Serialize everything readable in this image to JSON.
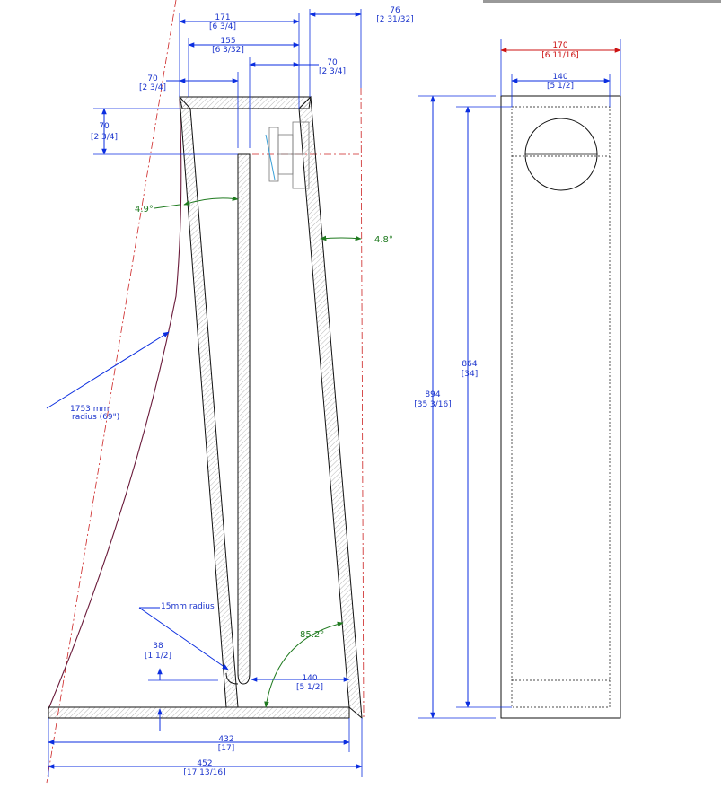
{
  "drawing": {
    "dims": {
      "d171": "171",
      "d171_in": "[6 3/4]",
      "d155": "155",
      "d155_in": "[6 3/32]",
      "d76": "76",
      "d76_in": "[2 31/32]",
      "d70a": "70",
      "d70a_in": "[2 3/4]",
      "d70b": "70",
      "d70b_in": "[2 3/4]",
      "d70c": "70",
      "d70c_in": "[2 3/4]",
      "d38": "38",
      "d38_in": "[1 1/2]",
      "d140b": "140",
      "d140b_in": "[5 1/2]",
      "d432": "432",
      "d432_in": "[17]",
      "d452": "452",
      "d452_in": "[17 13/16]",
      "d894": "894",
      "d894_in": "[35 3/16]",
      "d864": "864",
      "d864_in": "[34]",
      "d170": "170",
      "d170_in": "[6 11/16]",
      "d140f": "140",
      "d140f_in": "[5 1/2]"
    },
    "angles": {
      "a_left": "4.9°",
      "a_right": "4.8°",
      "a_base": "85.2°"
    },
    "notes": {
      "radius_large_1": "1753 mm",
      "radius_large_2": "radius (69\")",
      "radius_small": "15mm radius"
    },
    "colors": {
      "dimension": "#0b2ee0",
      "angle": "#1f7a1f",
      "overall_width": "#cc1111"
    }
  }
}
